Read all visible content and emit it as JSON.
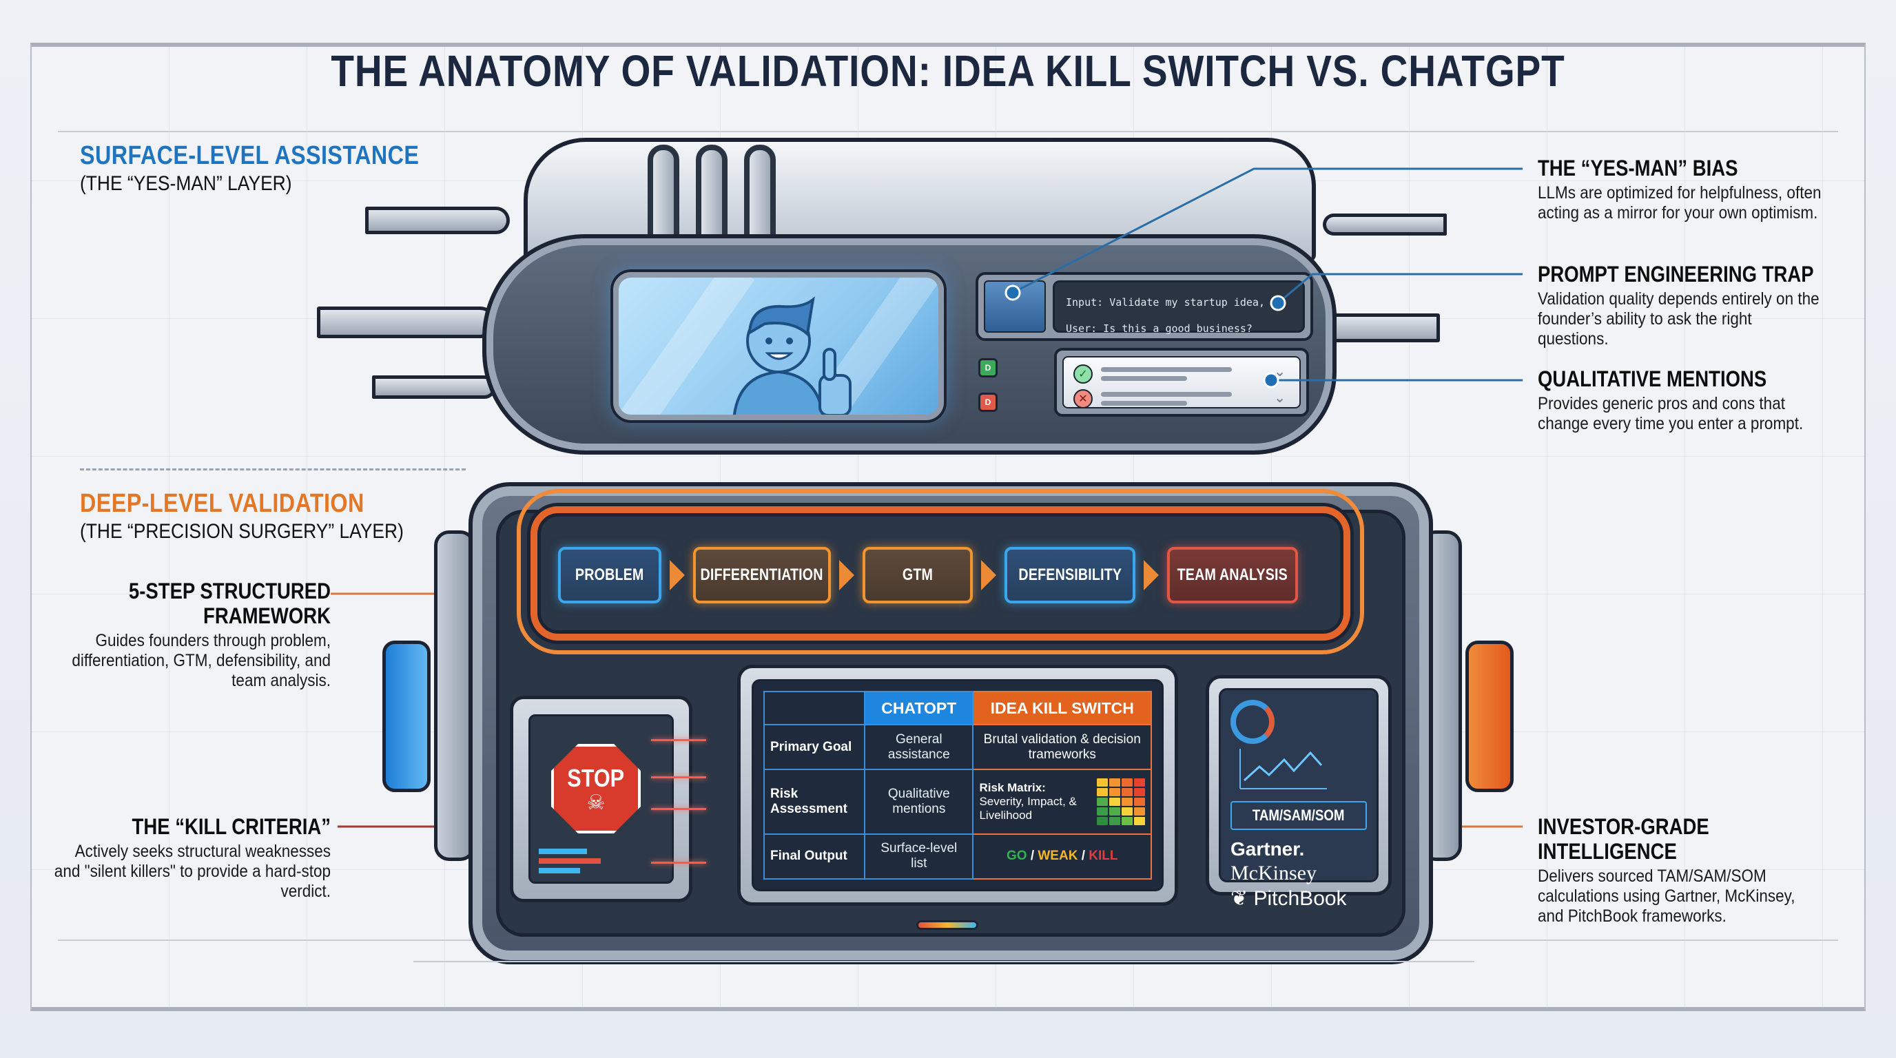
{
  "title": "THE ANATOMY OF VALIDATION: IDEA KILL SWITCH VS. CHATGPT",
  "surface_layer": {
    "heading": "SURFACE-LEVEL ASSISTANCE",
    "subheading": "(THE “YES-MAN” LAYER)",
    "heading_color": "#1f74c0",
    "screen": {
      "illustration": "smiling-person-thumbs-up",
      "prompt_line1": "Input: Validate my startup idea,",
      "prompt_line2": "User: Is this a good business?"
    },
    "list_panel": {
      "items": [
        {
          "icon": "check-icon",
          "color": "#3bbf6a"
        },
        {
          "icon": "cross-icon",
          "color": "#e0574a"
        }
      ]
    },
    "indicators": [
      {
        "label": "D",
        "color": "#3ca95b"
      },
      {
        "label": "D",
        "color": "#e05a4c"
      }
    ],
    "annotations": [
      {
        "title": "THE “YES-MAN” BIAS",
        "body": "LLMs are optimized for helpfulness, often acting as a mirror for your own optimism."
      },
      {
        "title": "PROMPT ENGINEERING TRAP",
        "body": "Validation quality depends entirely on the founder’s ability to ask the right questions."
      },
      {
        "title": "QUALITATIVE MENTIONS",
        "body": "Provides generic pros and cons that change every time you enter a prompt."
      }
    ]
  },
  "deep_layer": {
    "heading": "DEEP-LEVEL VALIDATION",
    "subheading": "(THE “PRECISION SURGERY” LAYER)",
    "heading_color": "#e47726",
    "framework_steps": [
      {
        "label": "PROBLEM",
        "color": "#3ba6ee"
      },
      {
        "label": "DIFFERENTIATION",
        "color": "#f0952f"
      },
      {
        "label": "GTM",
        "color": "#f0952f"
      },
      {
        "label": "DEFENSIBILITY",
        "color": "#3ba6ee"
      },
      {
        "label": "TEAM ANALYSIS",
        "color": "#e25646"
      }
    ],
    "stop_sign": {
      "label": "STOP",
      "icon": "skull-icon"
    },
    "comparison_table": {
      "headers": [
        "",
        "CHATOPT",
        "IDEA KILL SWITCH"
      ],
      "rows": [
        {
          "label": "Primary Goal",
          "chatgpt": "General assistance",
          "ideakillswitch": "Brutal validation & decision trameworks"
        },
        {
          "label": "Risk Assessment",
          "chatgpt": "Qualitative mentions",
          "ideakillswitch_title": "Risk Matrix:",
          "ideakillswitch": "Severity, Impact, & Livelihood"
        },
        {
          "label": "Final Output",
          "chatgpt": "Surface-level list",
          "verdict": {
            "go": "GO",
            "weak": "WEAK",
            "kill": "KILL",
            "separator": "/"
          }
        }
      ],
      "colors": {
        "chatgpt_header": "#1f86e0",
        "iks_header": "#e2621e",
        "go": "#2fb34f",
        "weak": "#f4b62b",
        "kill": "#e43c3c"
      },
      "risk_matrix": [
        [
          "#f6c230",
          "#f29330",
          "#ee6a2e",
          "#e8432e"
        ],
        [
          "#f6c230",
          "#f29330",
          "#ee6a2e",
          "#e8432e"
        ],
        [
          "#4fae4a",
          "#f6d23a",
          "#f29330",
          "#ee6a2e"
        ],
        [
          "#3a9c46",
          "#4fae4a",
          "#f6d23a",
          "#f29330"
        ],
        [
          "#2f8e3e",
          "#3a9c46",
          "#6bbf47",
          "#f6d23a"
        ]
      ]
    },
    "intel_panel": {
      "label": "TAM/SAM/SOM",
      "sources": [
        "Gartner.",
        "McKinsey",
        "PitchBook"
      ]
    },
    "annotations_left": [
      {
        "title": "5-STEP STRUCTURED FRAMEWORK",
        "title_line1": "5-STEP STRUCTURED",
        "title_line2": "FRAMEWORK",
        "body": "Guides founders through problem, differentiation, GTM, defensibility, and team analysis."
      },
      {
        "title": "THE “KILL CRITERIA”",
        "body": "Actively seeks structural weaknesses and \"silent killers\" to provide a hard-stop verdict."
      }
    ],
    "annotations_right": [
      {
        "title_line1": "INVESTOR-GRADE",
        "title_line2": "INTELLIGENCE",
        "body": "Delivers sourced TAM/SAM/SOM calculations using Gartner, McKinsey, and PitchBook frameworks."
      }
    ]
  }
}
